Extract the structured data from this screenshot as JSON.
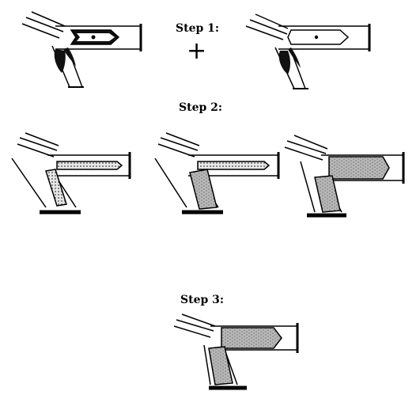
{
  "labels": {
    "step1": "Step 1:",
    "step2": "Step 2:",
    "step3": "Step 3:"
  },
  "plus": "+"
}
